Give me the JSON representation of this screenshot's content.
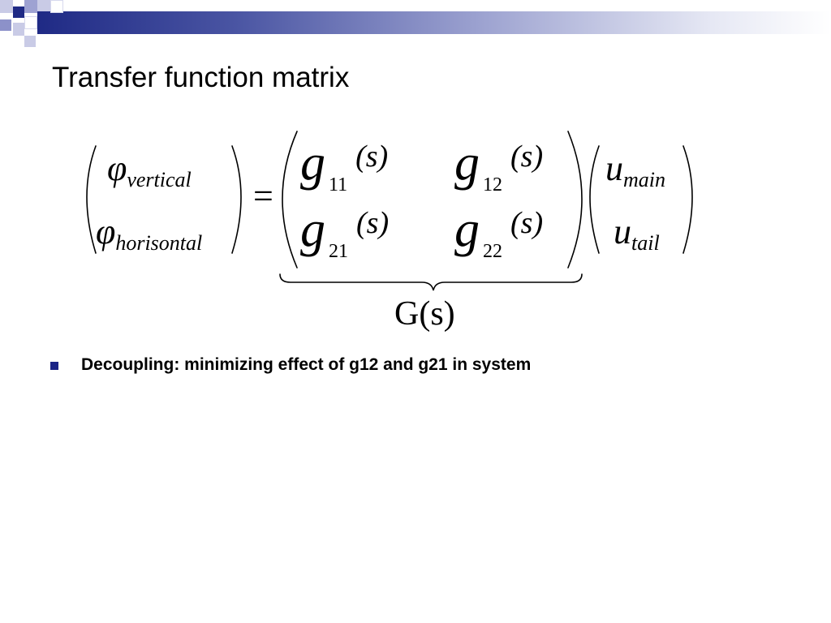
{
  "slide": {
    "title": "Transfer function matrix",
    "accent_color": "#1b2486"
  },
  "equation": {
    "lhs": [
      {
        "symbol": "φ",
        "subscript": "vertical"
      },
      {
        "symbol": "φ",
        "subscript": "horisontal"
      }
    ],
    "equals": "=",
    "matrix": [
      [
        {
          "symbol": "g",
          "index": "11",
          "arg": "(s)"
        },
        {
          "symbol": "g",
          "index": "12",
          "arg": "(s)"
        }
      ],
      [
        {
          "symbol": "g",
          "index": "21",
          "arg": "(s)"
        },
        {
          "symbol": "g",
          "index": "22",
          "arg": "(s)"
        }
      ]
    ],
    "rhs": [
      {
        "symbol": "u",
        "subscript": "main"
      },
      {
        "symbol": "u",
        "subscript": "tail"
      }
    ],
    "underbrace_label": "G(s)"
  },
  "bullets": [
    {
      "text": "Decoupling: minimizing effect of g12 and g21 in system",
      "icon": "square-bullet-icon"
    }
  ]
}
